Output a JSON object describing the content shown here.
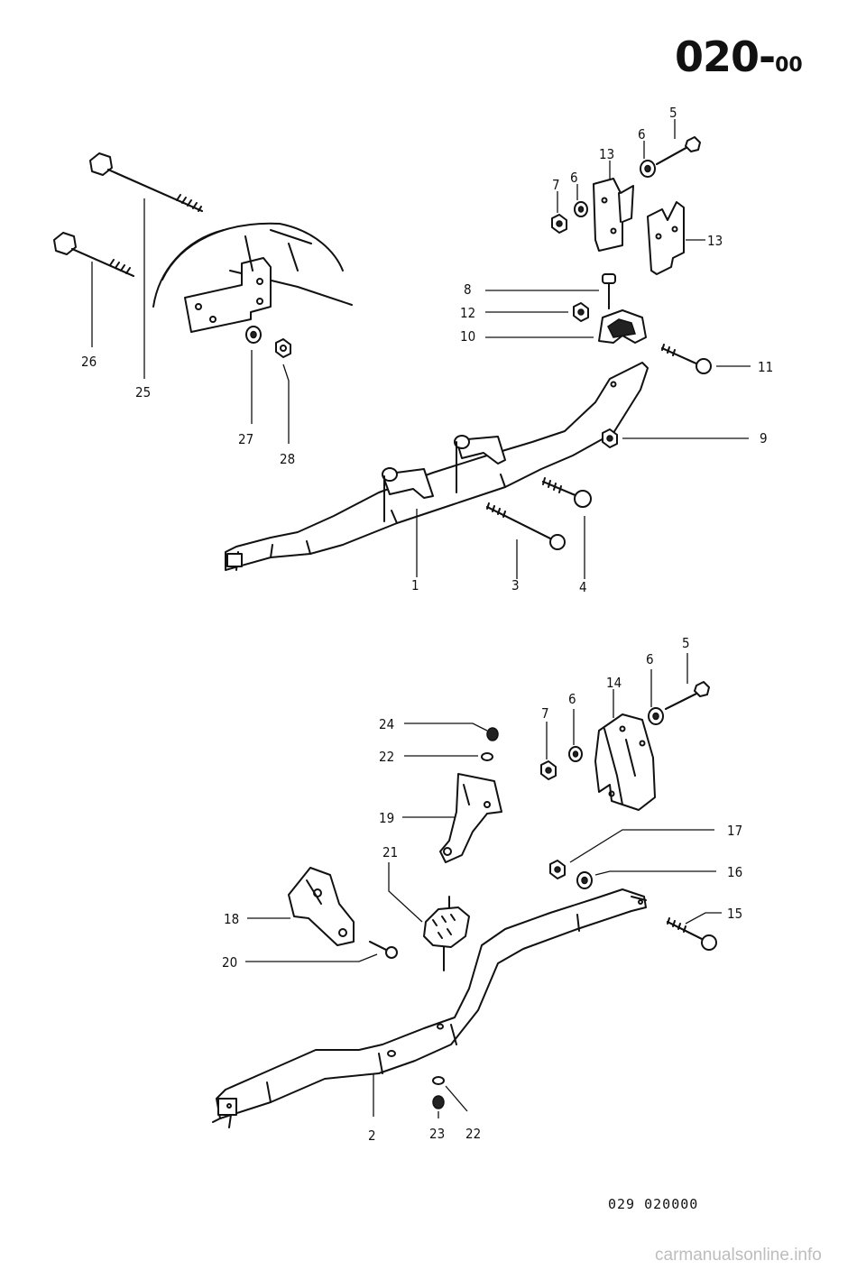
{
  "header": {
    "section": "020",
    "separator": "-",
    "subsection": "00"
  },
  "footer": {
    "drawing_code": "029 020000"
  },
  "watermark": "carmanualsonline.info",
  "callouts": {
    "c1": "1",
    "c2": "2",
    "c3": "3",
    "c4": "4",
    "c5a": "5",
    "c5b": "5",
    "c6a": "6",
    "c6b": "6",
    "c6c": "6",
    "c6d": "6",
    "c7a": "7",
    "c7b": "7",
    "c8": "8",
    "c9": "9",
    "c10": "10",
    "c11": "11",
    "c12": "12",
    "c13a": "13",
    "c13b": "13",
    "c14": "14",
    "c15": "15",
    "c16": "16",
    "c17": "17",
    "c18": "18",
    "c19": "19",
    "c20": "20",
    "c21": "21",
    "c22a": "22",
    "c22b": "22",
    "c23": "23",
    "c24": "24",
    "c25": "25",
    "c26": "26",
    "c27": "27",
    "c28": "28"
  }
}
